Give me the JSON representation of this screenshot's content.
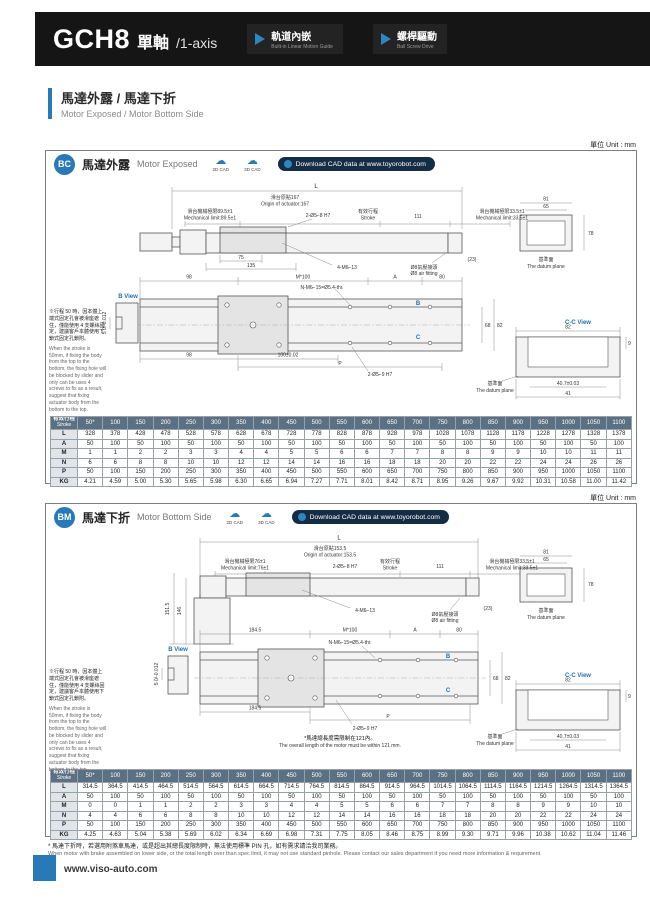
{
  "header": {
    "model": "GCH8",
    "title_cn": "單軸",
    "title_en": "/1-axis",
    "badges": [
      {
        "cn": "軌道內嵌",
        "en": "Built-in Linear Motion Guide"
      },
      {
        "cn": "螺桿驅動",
        "en": "Ball Screw Drive"
      }
    ]
  },
  "section": {
    "cn": "馬達外露 / 馬達下折",
    "en": "Motor Exposed / Motor Bottom Side"
  },
  "unit": "單位 Unit : mm",
  "cad": {
    "c2d": "2D CAD",
    "c3d": "3D CAD",
    "download": "Download CAD data at www.toyorobot.com"
  },
  "stroke_note": {
    "cn": "※行程 50 時，因本體上端式固定孔會被滑座遮住，僅能使用 4 支螺絲固定，建議客戶本體使用下鎖式固定孔鎖附。",
    "en": "When the stroke is 50mm, if fixing the body from the top to the bottom, the fixing hole will be blocked by slider and only can be uses 4 screws to fix as a result, suggest that fixing actuator body from the bottom to the top."
  },
  "dwg": {
    "dim_L": "L",
    "stroke_cn": "有效行程",
    "stroke_en": "Stroke",
    "dim_111": "111",
    "mech_right_cn": "滑台機械極限33.5±1",
    "mech_right_en": "Mechanical limit:33.5±1",
    "hole_top": "2-Ø5⌐8 H7",
    "hole_bot": "2-Ø5⌐9 H7",
    "screw4": "4-M6⌐13",
    "screwN": "N-M6⌐15=Ø5.4-thr.",
    "air_cn": "Ø8氣壓接頭",
    "air_en": "Ø8 air fitting",
    "dim_23": "(23)",
    "dim_81": "81",
    "dim_65": "65",
    "dim_78": "78",
    "datum_cn": "基準面",
    "datum_en": "The datum plane",
    "m100": "M*100",
    "dim_A": "A",
    "dim_80": "80",
    "dim_68": "68",
    "dim_82": "82",
    "dim_P": "P",
    "b_view": "B View",
    "b_mark": "B",
    "c_mark": "C",
    "b_dim": "5 0/-0.012",
    "cc_view": "C-C View",
    "cc_40": "40.7±0.03",
    "cc_41": "41",
    "cc_9": "9"
  },
  "bc": {
    "code": "BC",
    "title_cn": "馬達外露",
    "title_en": "Motor Exposed",
    "d": {
      "origin_cn": "滑台原點167",
      "origin_en": "Origin of actuator:167",
      "mech_left_cn": "滑台機械極限89.5±1",
      "mech_left_en": "Mechanical limit:89.5±1",
      "dim_75": "75",
      "dim_135": "135",
      "dim_98": "98",
      "dim_100": "100±0.02"
    },
    "table": {
      "header_cn": "有效行程",
      "header_en": "Stroke",
      "strokes": [
        "50*",
        "100",
        "150",
        "200",
        "250",
        "300",
        "350",
        "400",
        "450",
        "500",
        "550",
        "600",
        "650",
        "700",
        "750",
        "800",
        "850",
        "900",
        "950",
        "1000",
        "1050",
        "1100"
      ],
      "rows": [
        {
          "label": "L",
          "values": [
            "328",
            "378",
            "428",
            "478",
            "528",
            "578",
            "628",
            "678",
            "728",
            "778",
            "828",
            "878",
            "928",
            "978",
            "1028",
            "1078",
            "1128",
            "1178",
            "1228",
            "1278",
            "1328",
            "1378"
          ]
        },
        {
          "label": "A",
          "values": [
            "50",
            "100",
            "50",
            "100",
            "50",
            "100",
            "50",
            "100",
            "50",
            "100",
            "50",
            "100",
            "50",
            "100",
            "50",
            "100",
            "50",
            "100",
            "50",
            "100",
            "50",
            "100"
          ]
        },
        {
          "label": "M",
          "values": [
            "1",
            "1",
            "2",
            "2",
            "3",
            "3",
            "4",
            "4",
            "5",
            "5",
            "6",
            "6",
            "7",
            "7",
            "8",
            "8",
            "9",
            "9",
            "10",
            "10",
            "11",
            "11"
          ]
        },
        {
          "label": "N",
          "values": [
            "6",
            "6",
            "8",
            "8",
            "10",
            "10",
            "12",
            "12",
            "14",
            "14",
            "16",
            "16",
            "18",
            "18",
            "20",
            "20",
            "22",
            "22",
            "24",
            "24",
            "26",
            "26"
          ]
        },
        {
          "label": "P",
          "values": [
            "50",
            "100",
            "150",
            "200",
            "250",
            "300",
            "350",
            "400",
            "450",
            "500",
            "550",
            "600",
            "650",
            "700",
            "750",
            "800",
            "850",
            "900",
            "950",
            "1000",
            "1050",
            "1100"
          ]
        },
        {
          "label": "KG",
          "values": [
            "4.21",
            "4.59",
            "5.00",
            "5.30",
            "5.65",
            "5.98",
            "6.30",
            "6.65",
            "6.94",
            "7.27",
            "7.71",
            "8.01",
            "8.42",
            "8.71",
            "8.95",
            "9.26",
            "9.67",
            "9.92",
            "10.31",
            "10.58",
            "11.00",
            "11.42"
          ]
        }
      ]
    }
  },
  "bm": {
    "code": "BM",
    "title_cn": "馬達下折",
    "title_en": "Motor Bottom Side",
    "d": {
      "origin_cn": "滑台原點153.5",
      "origin_en": "Origin of actuator:153.5",
      "mech_left_cn": "滑台機械極限76±1",
      "mech_left_en": "Mechanical limit:76±1",
      "dim_146": "146",
      "dim_1515": "151.5",
      "dim_1845": "184.5",
      "motor_note_cn": "*馬達總長度需限制在121內。",
      "motor_note_en": "The overall length of the motor must be within 121 mm."
    },
    "table": {
      "header_cn": "有效行程",
      "header_en": "Stroke",
      "strokes": [
        "50*",
        "100",
        "150",
        "200",
        "250",
        "300",
        "350",
        "400",
        "450",
        "500",
        "550",
        "600",
        "650",
        "700",
        "750",
        "800",
        "850",
        "900",
        "950",
        "1000",
        "1050",
        "1100"
      ],
      "rows": [
        {
          "label": "L",
          "values": [
            "314.5",
            "364.5",
            "414.5",
            "464.5",
            "514.5",
            "564.5",
            "614.5",
            "664.5",
            "714.5",
            "764.5",
            "814.5",
            "864.5",
            "914.5",
            "964.5",
            "1014.5",
            "1064.5",
            "1114.5",
            "1164.5",
            "1214.5",
            "1264.5",
            "1314.5",
            "1364.5"
          ]
        },
        {
          "label": "A",
          "values": [
            "50",
            "100",
            "50",
            "100",
            "50",
            "100",
            "50",
            "100",
            "50",
            "100",
            "50",
            "100",
            "50",
            "100",
            "50",
            "100",
            "50",
            "100",
            "50",
            "100",
            "50",
            "100"
          ]
        },
        {
          "label": "M",
          "values": [
            "0",
            "0",
            "1",
            "1",
            "2",
            "2",
            "3",
            "3",
            "4",
            "4",
            "5",
            "5",
            "6",
            "6",
            "7",
            "7",
            "8",
            "8",
            "9",
            "9",
            "10",
            "10"
          ]
        },
        {
          "label": "N",
          "values": [
            "4",
            "4",
            "6",
            "6",
            "8",
            "8",
            "10",
            "10",
            "12",
            "12",
            "14",
            "14",
            "16",
            "16",
            "18",
            "18",
            "20",
            "20",
            "22",
            "22",
            "24",
            "24"
          ]
        },
        {
          "label": "P",
          "values": [
            "50",
            "100",
            "150",
            "200",
            "250",
            "300",
            "350",
            "400",
            "450",
            "500",
            "550",
            "600",
            "650",
            "700",
            "750",
            "800",
            "850",
            "900",
            "950",
            "1000",
            "1050",
            "1100"
          ]
        },
        {
          "label": "KG",
          "values": [
            "4.25",
            "4.63",
            "5.04",
            "5.38",
            "5.69",
            "6.02",
            "6.34",
            "6.69",
            "6.98",
            "7.31",
            "7.75",
            "8.05",
            "8.46",
            "8.75",
            "8.99",
            "9.30",
            "9.71",
            "9.96",
            "10.38",
            "10.62",
            "11.04",
            "11.46"
          ]
        }
      ]
    }
  },
  "bottom_note": {
    "cn": "* 馬達下折時，若選用附煞車馬達，或是超出其總長度限制時，無法使用標準 PIN 孔，如有需求請洽我司業務。",
    "en": "When motor with brake assembled on lower side, or the total length over than spec limit, it may not use standard pinhole. Please contact our sales department if you need more information & requirement."
  },
  "footer": {
    "url": "www.viso-auto.com"
  }
}
